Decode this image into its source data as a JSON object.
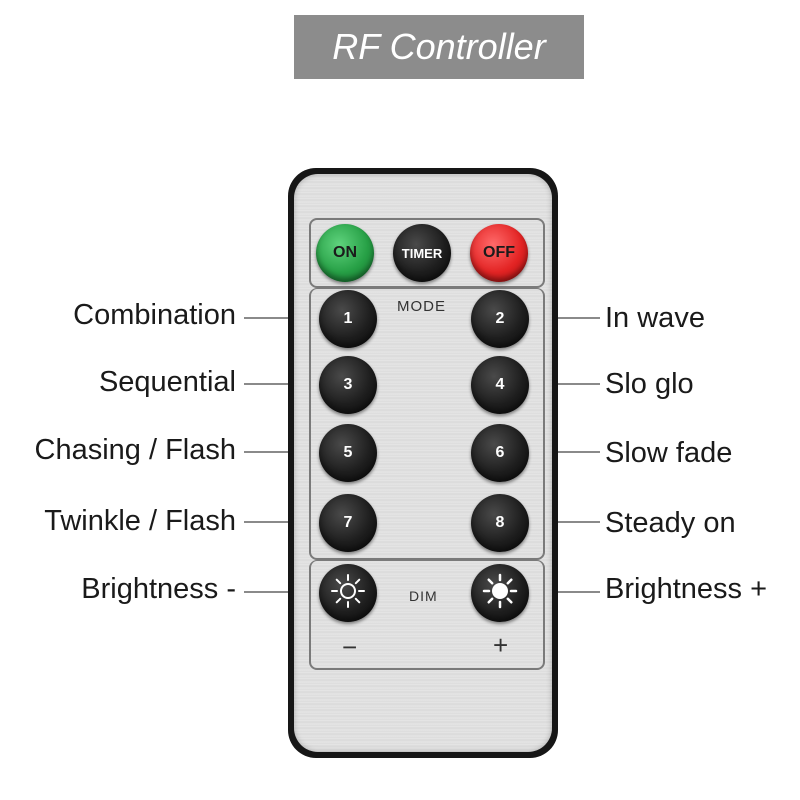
{
  "title": "RF Controller",
  "remote": {
    "top_buttons": {
      "on": "ON",
      "timer": "TIMER",
      "off": "OFF"
    },
    "mode_label": "MODE",
    "dim_label": "DIM",
    "minus_symbol": "−",
    "plus_symbol": "+",
    "mode_buttons": [
      "1",
      "2",
      "3",
      "4",
      "5",
      "6",
      "7",
      "8"
    ],
    "brightness_minus_icon": "sun-outline-icon",
    "brightness_plus_icon": "sun-filled-icon"
  },
  "callouts": {
    "left": [
      "Combination",
      "Sequential",
      "Chasing / Flash",
      "Twinkle / Flash",
      "Brightness -"
    ],
    "right": [
      "In wave",
      "Slo glo",
      "Slow fade",
      "Steady on",
      "Brightness +"
    ]
  },
  "colors": {
    "on_button": "#27a046",
    "off_button": "#e32424",
    "title_bg": "#8c8c8c"
  }
}
